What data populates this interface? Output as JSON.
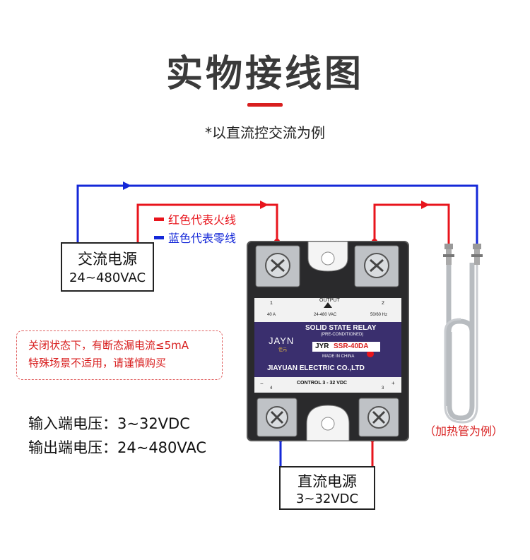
{
  "title": "实物接线图",
  "subtitle": "*以直流控交流为例",
  "legend": {
    "red_label": "红色代表火线",
    "blue_label": "蓝色代表零线",
    "red_color": "#e8141c",
    "blue_color": "#1428d8"
  },
  "ac_source": {
    "name": "交流电源",
    "voltage": "24~480VAC"
  },
  "dc_source": {
    "name": "直流电源",
    "voltage": "3~32VDC"
  },
  "note": {
    "line1": "关闭状态下，有断态漏电流≤5mA",
    "line2": "特殊场景不适用，请谨慎购买"
  },
  "specs": {
    "input": "输入端电压：3~32VDC",
    "output": "输出端电压：24~480VAC"
  },
  "heater_label": "（加热管为例）",
  "relay": {
    "output_label": "OUTPUT",
    "terminal_1": "1",
    "terminal_2": "2",
    "terminal_3": "3",
    "terminal_4": "4",
    "current": "40 A",
    "voltage_range": "24-480 VAC",
    "frequency": "50/60 Hz",
    "brand": "JAYN",
    "brand_cn": "佳元",
    "type_line": "SOLID STATE RELAY",
    "pre_conditioned": "(PRE-CONDITIONED)",
    "model_prefix": "JYR",
    "model": "SSR-40DA",
    "made_in": "MADE IN CHINA",
    "manufacturer": "JIAYUAN ELECTRIC CO.,LTD",
    "control_label": "CONTROL 3 - 32 VDC",
    "minus": "−",
    "plus": "+"
  }
}
